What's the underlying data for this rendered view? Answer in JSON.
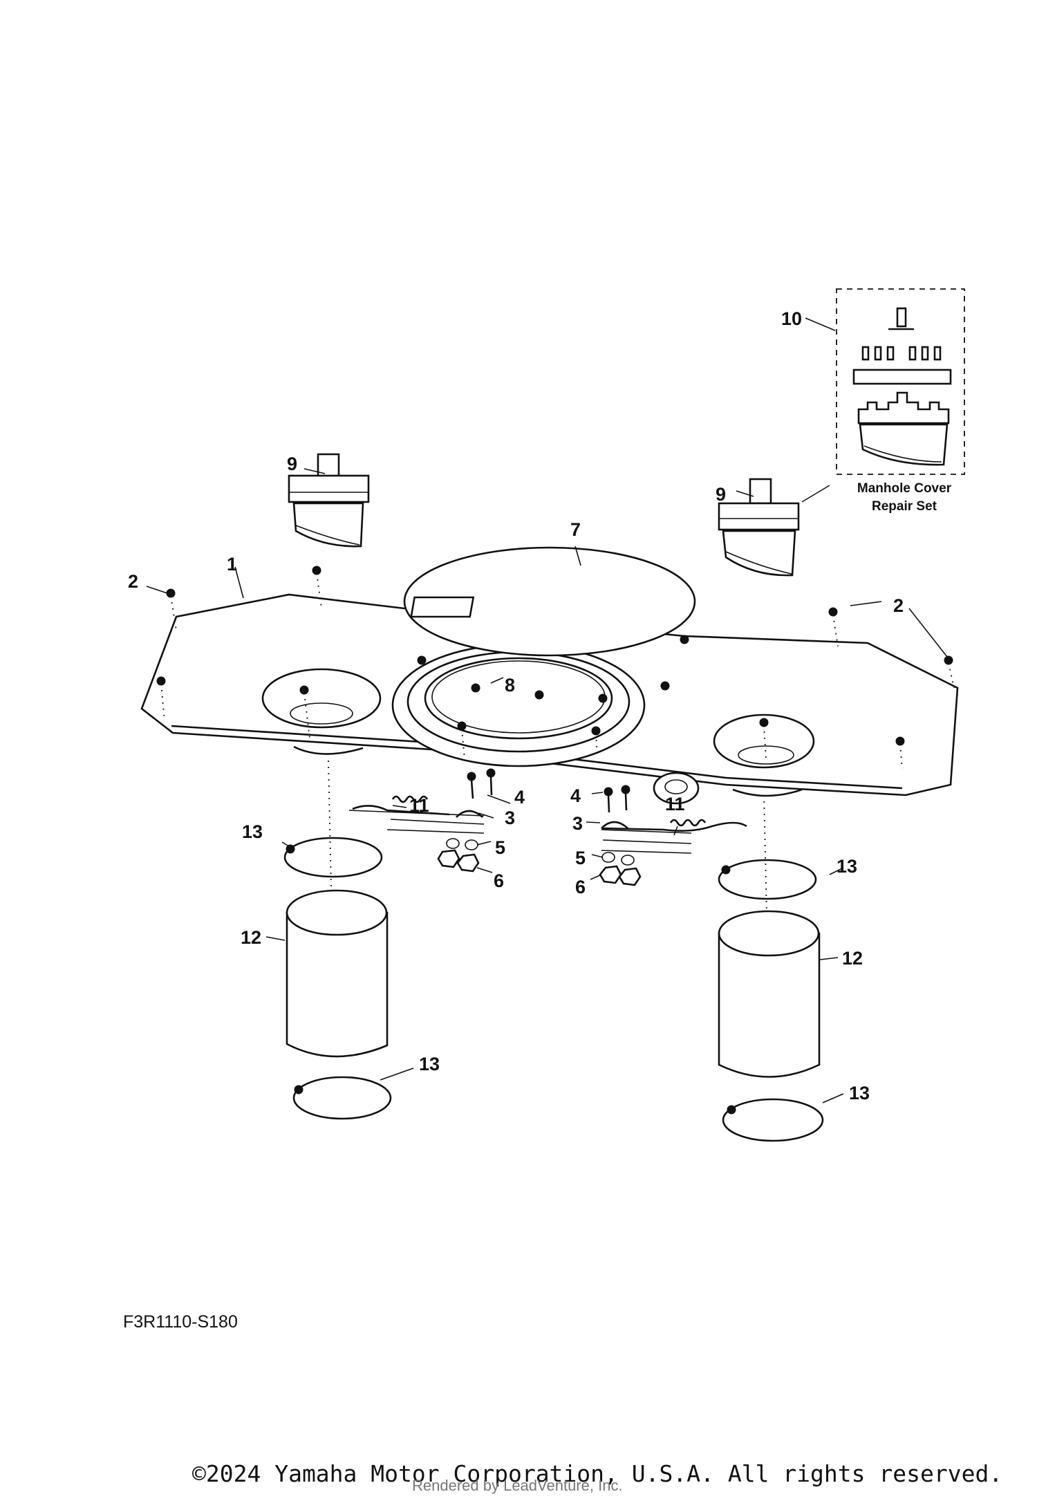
{
  "diagram": {
    "callouts": [
      "1",
      "2",
      "2",
      "3",
      "3",
      "4",
      "4",
      "5",
      "5",
      "6",
      "6",
      "7",
      "8",
      "9",
      "9",
      "10",
      "11",
      "11",
      "12",
      "12",
      "13",
      "13",
      "13",
      "13"
    ],
    "kit_label_line1": "Manhole Cover",
    "kit_label_line2": "Repair Set"
  },
  "diagram_code": "F3R1110-S180",
  "copyright": "©2024 Yamaha Motor Corporation, U.S.A. All rights reserved.",
  "watermark": "Rendered by LeadVenture, Inc."
}
